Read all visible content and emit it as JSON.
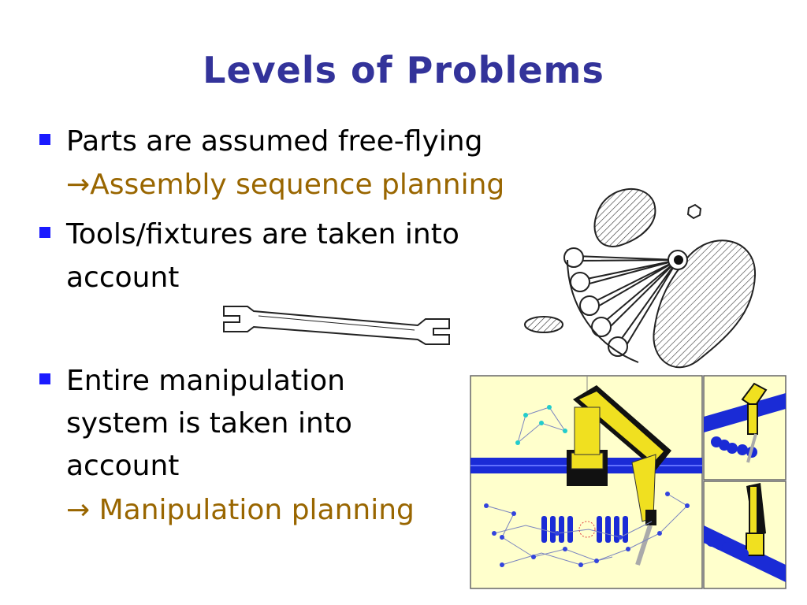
{
  "slide": {
    "title": "Levels of Problems",
    "bullets": [
      {
        "lines": [
          "Parts are assumed free-flying"
        ],
        "arrow": "→",
        "highlight": "Assembly sequence planning"
      },
      {
        "lines": [
          "Tools/fixtures are taken into",
          "account"
        ]
      },
      {
        "lines": [
          "Entire manipulation",
          "system is taken into",
          "account"
        ],
        "arrow": "→",
        "highlight": " Manipulation planning"
      }
    ],
    "colors": {
      "title": "#33339a",
      "bullet": "#1a1aff",
      "highlight": "#996600",
      "panel_bg": "#ffffcc",
      "rail": "#1a2bd6",
      "robot": "#f0e020"
    }
  }
}
